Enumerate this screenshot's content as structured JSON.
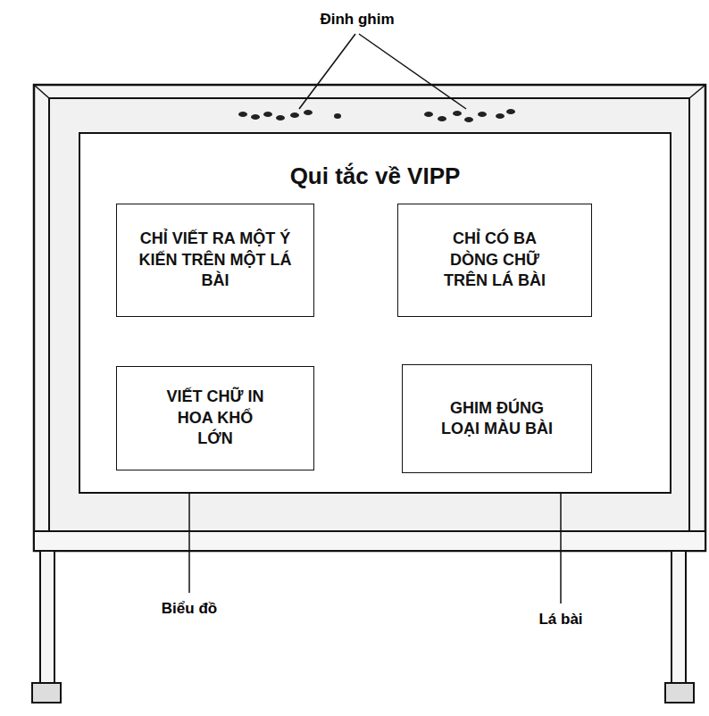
{
  "diagram": {
    "nodes": [
      {
        "text": [
          "Qui tắc về VIPP"
        ]
      },
      {
        "text": [
          "CHỈ VIẾT RA MỘT Ý KIẾN TRÊN MỘT LÁ BÀI"
        ],
        "in": 0
      },
      {
        "text": [
          "CHỈ CÓ BA DÒNG CHỮ TRÊN LÁ BÀI"
        ],
        "in": 0
      },
      {
        "text": [
          "VIẾT CHỮ IN HOA KHỔ LỚN"
        ],
        "in": 0
      },
      {
        "text": [
          "GHIM ĐÚNG LOẠI MÀU BÀI"
        ],
        "in": 0
      }
    ],
    "labels": [
      "Đinh ghim",
      "Biểu đồ",
      "Lá bài"
    ]
  }
}
